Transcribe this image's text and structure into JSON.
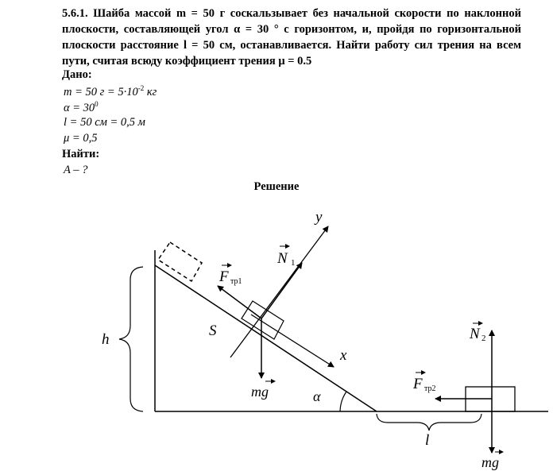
{
  "problem": {
    "text": "5.6.1. Шайба массой m = 50 г соскальзывает без начальной скорости по наклонной плоскости, составляющей угол α = 30 ° с горизонтом, и, пройдя по горизонтальной плоскости расстояние l = 50 см, останавливается. Найти работу сил трения на всем пути, считая всюду коэффициент трения μ = 0.5"
  },
  "given": {
    "label": "Дано:",
    "mass": {
      "lhs": "m = 50 г = 5·10",
      "exp": "-2",
      "unit": " кг"
    },
    "angle": {
      "lhs": "α = 30",
      "exp": "0"
    },
    "length": "l = 50 см = 0,5 м",
    "mu": "μ = 0,5"
  },
  "find": {
    "label": "Найти:",
    "value": "A – ?"
  },
  "solution": {
    "heading": "Решение"
  },
  "figure": {
    "labels": {
      "y": "y",
      "x": "x",
      "h": "h",
      "s": "S",
      "alpha": "α",
      "l": "l",
      "n1": "N",
      "n1_sub": "1",
      "n2": "N",
      "n2_sub": "2",
      "ftr1": "F",
      "ftr1_sub": "тр1",
      "ftr2": "F",
      "ftr2_sub": "тр2",
      "mg1": "mg",
      "mg2": "mg"
    }
  }
}
